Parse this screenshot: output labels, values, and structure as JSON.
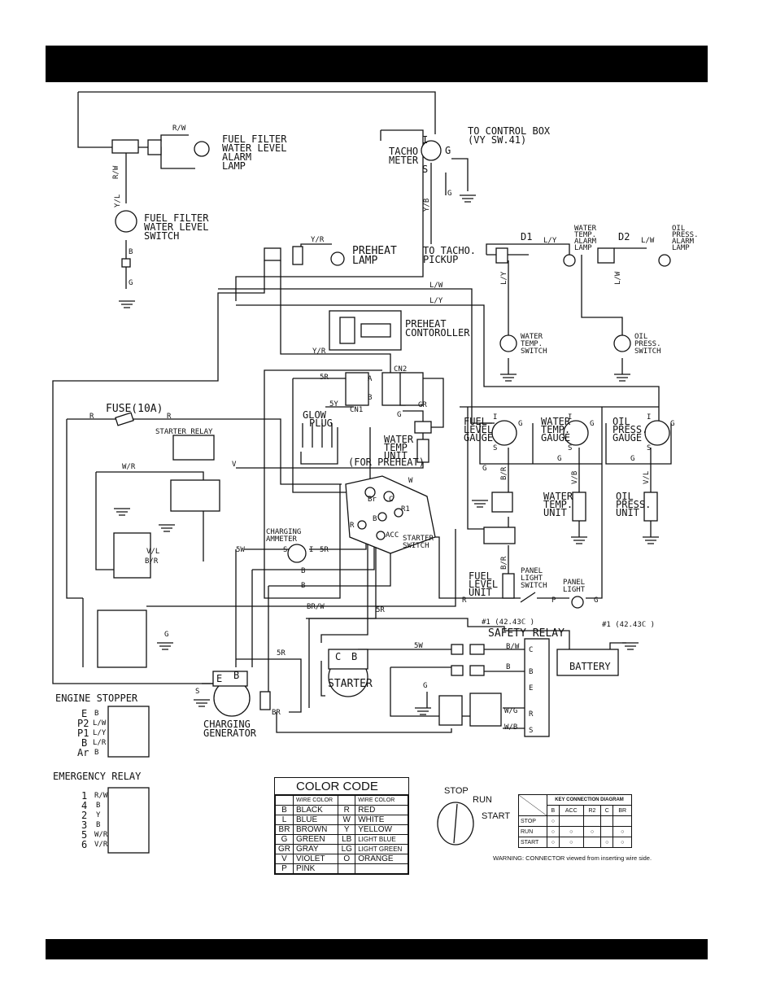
{
  "labels": {
    "fuel_filter_lamp": [
      "FUEL FILTER",
      "WATER LEVEL",
      "ALARM",
      "LAMP"
    ],
    "fuel_filter_switch": [
      "FUEL FILTER",
      "WATER LEVEL",
      "SWITCH"
    ],
    "to_control_box": [
      "TO CONTROL BOX",
      "(VY SW.41)"
    ],
    "tacho_meter": [
      "TACHO",
      "METER"
    ],
    "to_tacho_pickup": [
      "TO TACHO.",
      "PICKUP"
    ],
    "preheat_lamp": [
      "PREHEAT",
      "LAMP"
    ],
    "water_temp_alarm_lamp": [
      "WATER",
      "TEMP.",
      "ALARM",
      "LAMP"
    ],
    "oil_press_alarm_lamp": [
      "OIL",
      "PRESS.",
      "ALARM",
      "LAMP"
    ],
    "preheat_controller": [
      "PREHEAT",
      "CONTOROLLER"
    ],
    "water_temp_switch": [
      "WATER",
      "TEMP.",
      "SWITCH"
    ],
    "oil_press_switch": [
      "OIL",
      "PRESS.",
      "SWITCH"
    ],
    "fuse": "FUSE(10A)",
    "starter_relay": "STARTER RELAY",
    "glow_plug": [
      "GLOW",
      "PLUG"
    ],
    "water_temp_unit_preheat": [
      "WATER",
      "TEMP",
      "UNIT"
    ],
    "for_preheat": "(FOR PREHEAT)",
    "fuel_level_gauge": [
      "FUEL",
      "LEVEL",
      "GAUGE"
    ],
    "water_temp_gauge": [
      "WATER",
      "TEMP.",
      "GAUGE"
    ],
    "oil_press_gauge": [
      "OIL",
      "PRESS.",
      "GAUGE"
    ],
    "water_temp_unit": [
      "WATER",
      "TEMP.",
      "UNIT"
    ],
    "oil_press_unit": [
      "OIL",
      "PRESS.",
      "UNIT"
    ],
    "charging_ammeter": [
      "CHARGING",
      "AMMETER"
    ],
    "starter_switch": [
      "STARTER",
      "SWITCH"
    ],
    "fuel_level_unit": [
      "FUEL",
      "LEVEL",
      "UNIT"
    ],
    "panel_light_switch": [
      "PANEL",
      "LIGHT",
      "SWITCH"
    ],
    "panel_light": [
      "PANEL",
      "LIGHT"
    ],
    "safety_relay": "SAFETY RELAY",
    "battery": "BATTERY",
    "starter": "STARTER",
    "charging_generator": [
      "CHARGING",
      "GENERATOR"
    ],
    "engine_stopper": "ENGINE STOPPER",
    "emergency_relay": "EMERGENCY RELAY",
    "cable_note_1": "#1 (42.43ℂ )",
    "cable_note_2": "#1 (42.43ℂ )",
    "d1": "D1",
    "d2": "D2",
    "cn1": "CN1",
    "cn2": "CN2"
  },
  "wire_labels": {
    "rw": "R/W",
    "yl": "Y/L",
    "b": "B",
    "g": "G",
    "yb": "Y/B",
    "yr": "Y/R",
    "ly": "L/Y",
    "lw": "L/W",
    "r": "R",
    "wr": "W/R",
    "v": "V",
    "w": "W",
    "bw": "B/W",
    "sr": "5R",
    "sw": "5W",
    "sy": "5Y",
    "br": "B/R",
    "vl": "V/L",
    "vb": "V/B",
    "brw": "BR/W",
    "wg": "W/G",
    "wb": "W/B",
    "p": "P",
    "gr": "GR",
    "brr": "BR",
    "s": "S"
  },
  "terminals": {
    "i": "I",
    "g": "G",
    "s": "S",
    "a": "A",
    "b": "B",
    "c": "C",
    "e": "E",
    "r": "R",
    "br": "Br",
    "r1": "R1",
    "acc": "ACC",
    "cl": "C",
    "bl": "B",
    "ei": "E"
  },
  "engine_stopper_pins": [
    "E",
    "P2",
    "P1",
    "B",
    "Ar"
  ],
  "engine_stopper_wires": [
    "B",
    "L/W",
    "L/Y",
    "L/R",
    "B"
  ],
  "emergency_relay_pins": [
    "1",
    "4",
    "2",
    "3",
    "5",
    "6"
  ],
  "emergency_relay_wires": [
    "R/W",
    "B",
    "Y",
    "B",
    "W/R",
    "V/R"
  ],
  "color_code": {
    "title": "COLOR CODE",
    "header": "WIRE COLOR",
    "left": [
      [
        "B",
        "BLACK"
      ],
      [
        "L",
        "BLUE"
      ],
      [
        "BR",
        "BROWN"
      ],
      [
        "G",
        "GREEN"
      ],
      [
        "GR",
        "GRAY"
      ],
      [
        "V",
        "VIOLET"
      ],
      [
        "P",
        "PINK"
      ]
    ],
    "right": [
      [
        "R",
        "RED"
      ],
      [
        "W",
        "WHITE"
      ],
      [
        "Y",
        "YELLOW"
      ],
      [
        "LB",
        "LIGHT BLUE"
      ],
      [
        "LG",
        "LIGHT GREEN"
      ],
      [
        "O",
        "ORANGE"
      ],
      [
        "",
        ""
      ]
    ]
  },
  "key_switch": {
    "stop": "STOP",
    "run": "RUN",
    "start": "START"
  },
  "key_connection": {
    "caption": "KEY CONNECTION DIAGRAM",
    "columns": [
      "B",
      "ACC",
      "R2",
      "C",
      "BR"
    ],
    "rows": [
      {
        "position": "STOP",
        "connected": [
          true,
          false,
          false,
          false,
          false
        ]
      },
      {
        "position": "RUN",
        "connected": [
          true,
          true,
          true,
          false,
          true
        ]
      },
      {
        "position": "START",
        "connected": [
          true,
          true,
          false,
          true,
          true
        ]
      }
    ]
  },
  "warning": "WARNING: CONNECTOR viewed from inserting wire side."
}
